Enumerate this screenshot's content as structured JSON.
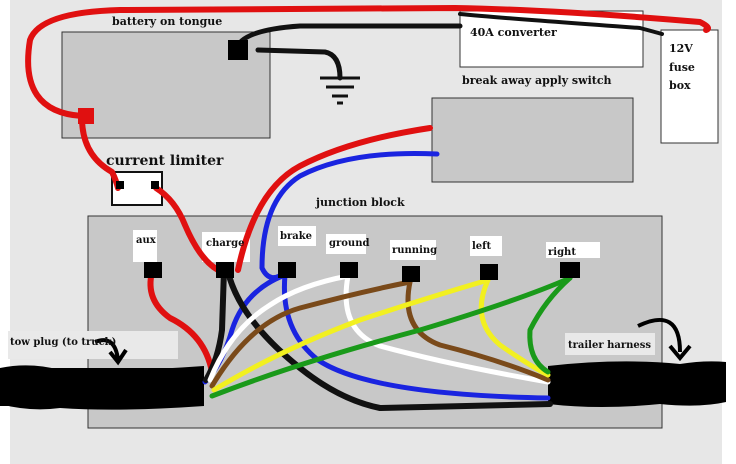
{
  "labels": {
    "battery": "battery on tongue",
    "converter": "40A converter",
    "fuse_box_line1": "12V",
    "fuse_box_line2": "fuse",
    "fuse_box_line3": "box",
    "breakaway": "break away apply switch",
    "current_limiter": "current limiter",
    "junction_block": "junction block",
    "tow_plug": "tow plug (to truck)",
    "trailer_harness": "trailer harness"
  },
  "terminals": [
    {
      "id": "aux",
      "label": "aux"
    },
    {
      "id": "charge",
      "label": "charge"
    },
    {
      "id": "brake",
      "label": "brake"
    },
    {
      "id": "ground",
      "label": "ground"
    },
    {
      "id": "running",
      "label": "running"
    },
    {
      "id": "left",
      "label": "left"
    },
    {
      "id": "right",
      "label": "right"
    }
  ],
  "colors": {
    "background": "#ffffff",
    "panel": "#e7e7e7",
    "box": "#c8c8c8",
    "red_wire": "#e01010",
    "blue_wire": "#1a24e0",
    "black_wire": "#111111",
    "white_wire": "#ffffff",
    "brown_wire": "#7a4a1a",
    "yellow_wire": "#f2f020",
    "green_wire": "#1a9a1a"
  }
}
